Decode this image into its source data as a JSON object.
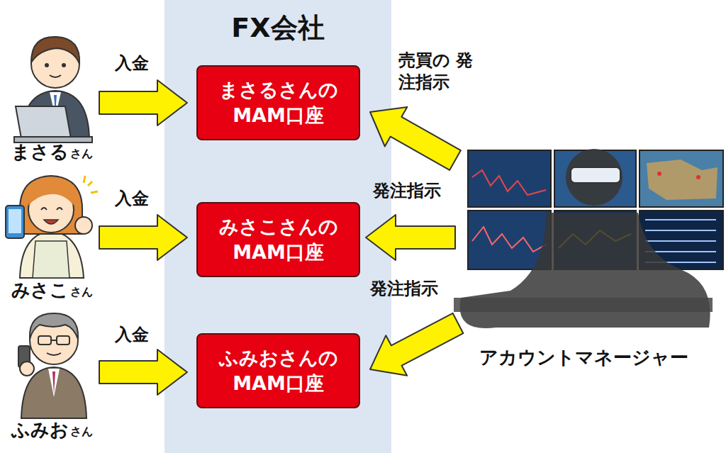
{
  "diagram": {
    "nodes": [
      {
        "text": [
          "FX会社"
        ]
      },
      {
        "text": [
          "まさるさんの MAM口座"
        ],
        "in": 0
      },
      {
        "text": [
          "みさこさんの MAM口座"
        ],
        "in": 0
      },
      {
        "text": [
          "ふみおさんの MAM口座"
        ],
        "in": 0
      }
    ],
    "labels": [
      "入金",
      "入金",
      "入金",
      "売買の 発注指示",
      "発注指示",
      "発注指示",
      "まさる",
      "さん",
      "みさこ",
      "さん",
      "ふみお",
      "さん",
      "アカウントマネージャー"
    ]
  }
}
